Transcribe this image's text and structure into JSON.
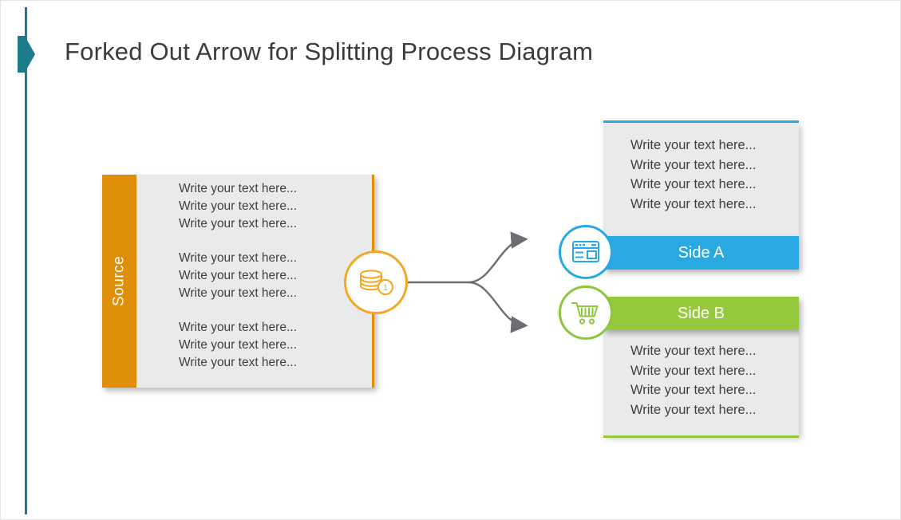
{
  "slide": {
    "title": "Forked Out Arrow for Splitting Process Diagram"
  },
  "colors": {
    "orange": "#DF8E09",
    "orange_accent": "#F5A623",
    "blue": "#29A9E1",
    "green": "#97C93E",
    "green_icon": "#8CC63F",
    "panel_gray": "#E9EAEC",
    "arrow_gray": "#6D6E71",
    "teal_accent": "#1C7C8C"
  },
  "source": {
    "label": "Source",
    "icon": "coins-icon",
    "badge": "1",
    "groups": [
      {
        "lines": [
          "Write your text here...",
          "Write your text here...",
          "Write your text here..."
        ]
      },
      {
        "lines": [
          "Write your text here...",
          "Write your text here...",
          "Write your text here..."
        ]
      },
      {
        "lines": [
          "Write your text here...",
          "Write your text here...",
          "Write your text here..."
        ]
      }
    ]
  },
  "side_a": {
    "label": "Side A",
    "icon": "browser-icon",
    "lines": [
      "Write your text here...",
      "Write your text here...",
      "Write your text here...",
      "Write your text here..."
    ]
  },
  "side_b": {
    "label": "Side B",
    "icon": "cart-icon",
    "lines": [
      "Write your text here...",
      "Write your text here...",
      "Write your text here...",
      "Write your text here..."
    ]
  }
}
